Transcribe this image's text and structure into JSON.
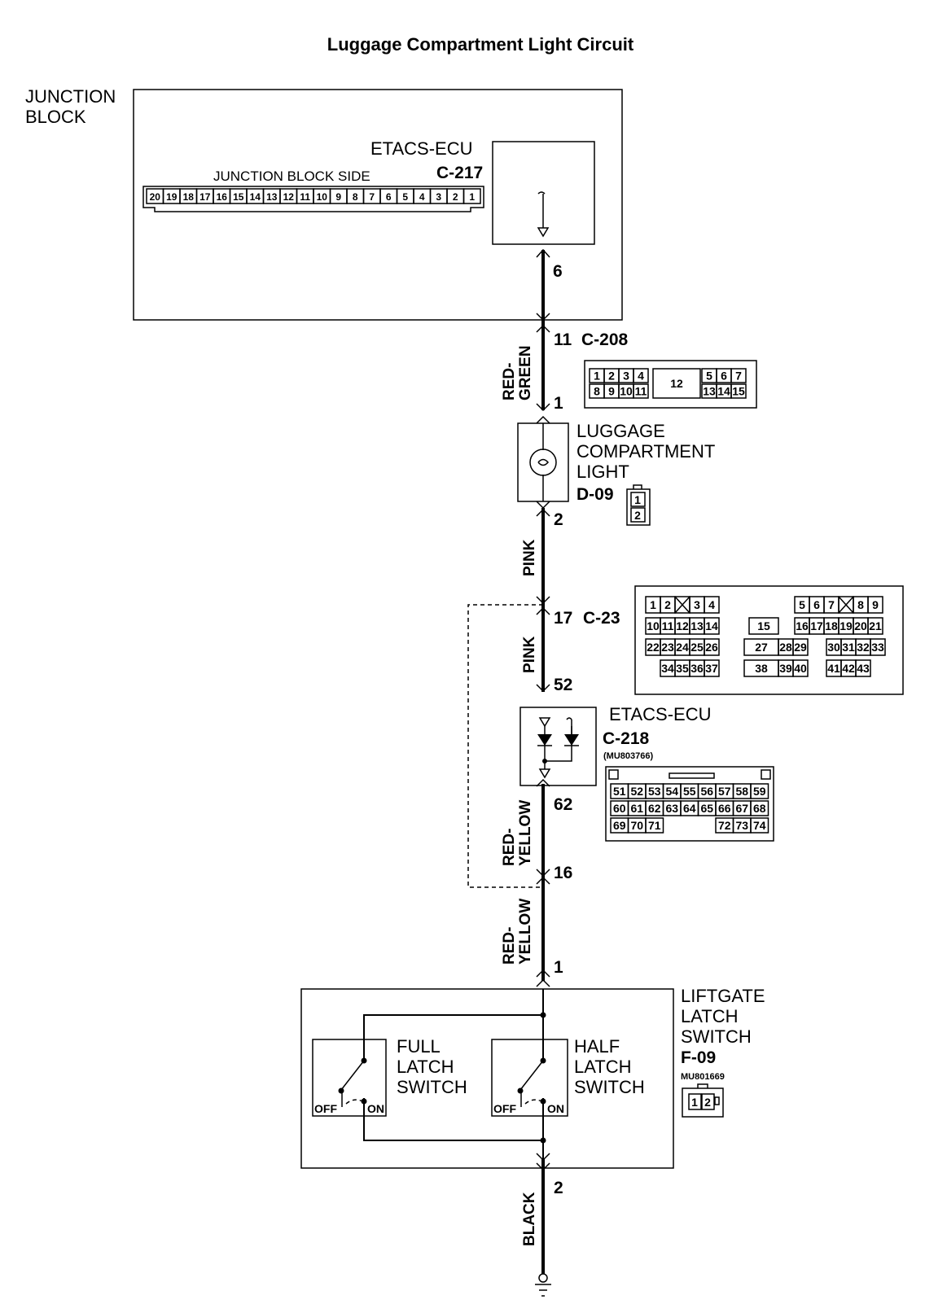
{
  "title": "Luggage Compartment Light Circuit",
  "junction_block": {
    "label_line1": "JUNCTION",
    "label_line2": "BLOCK",
    "side_label": "JUNCTION BLOCK SIDE",
    "ecu_label": "ETACS-ECU",
    "connector": "C-217",
    "pins": [
      "20",
      "19",
      "18",
      "17",
      "16",
      "15",
      "14",
      "13",
      "12",
      "11",
      "10",
      "9",
      "8",
      "7",
      "6",
      "5",
      "4",
      "3",
      "2",
      "1"
    ],
    "output_pin": "6"
  },
  "c208": {
    "connector": "C-208",
    "pin_top": "11",
    "pin_bottom": "1",
    "row1_left": [
      "1",
      "2",
      "3",
      "4"
    ],
    "row2_left": [
      "8",
      "9",
      "10",
      "11"
    ],
    "middle": "12",
    "row1_right": [
      "5",
      "6",
      "7"
    ],
    "row2_right": [
      "13",
      "14",
      "15"
    ]
  },
  "light": {
    "label_line1": "LUGGAGE",
    "label_line2": "COMPARTMENT",
    "label_line3": "LIGHT",
    "connector": "D-09",
    "pin_out": "2",
    "cells": [
      "1",
      "2"
    ]
  },
  "c23": {
    "connector": "C-23",
    "pin_top": "17",
    "pin_bottom": "52",
    "cells": {
      "r1a": [
        "1",
        "2",
        "",
        "3",
        "4"
      ],
      "r1b": [
        "5",
        "6",
        "7",
        "",
        "8",
        "9"
      ],
      "r2a": [
        "10",
        "11",
        "12",
        "13",
        "14"
      ],
      "r2m": "15",
      "r2b": [
        "16",
        "17",
        "18",
        "19",
        "20",
        "21"
      ],
      "r3a": [
        "22",
        "23",
        "24",
        "25",
        "26"
      ],
      "r3m": [
        "27",
        "28",
        "29"
      ],
      "r3b": [
        "30",
        "31",
        "32",
        "33"
      ],
      "r4a": [
        "34",
        "35",
        "36",
        "37"
      ],
      "r4m": [
        "38",
        "39",
        "40"
      ],
      "r4b": [
        "41",
        "42",
        "43"
      ]
    }
  },
  "ecu_c218": {
    "ecu_label": "ETACS-ECU",
    "connector": "C-218",
    "part": "(MU803766)",
    "pin_out": "62",
    "rows": [
      [
        "51",
        "52",
        "53",
        "54",
        "55",
        "56",
        "57",
        "58",
        "59"
      ],
      [
        "60",
        "61",
        "62",
        "63",
        "64",
        "65",
        "66",
        "67",
        "68"
      ],
      [
        "69",
        "70",
        "71",
        "",
        "",
        "",
        "72",
        "73",
        "74"
      ]
    ]
  },
  "splice": {
    "pin_top": "16",
    "pin_bottom": "1"
  },
  "liftgate": {
    "label_line1": "LIFTGATE",
    "label_line2": "LATCH",
    "label_line3": "SWITCH",
    "connector": "F-09",
    "part": "MU801669",
    "cells": [
      "1",
      "2"
    ],
    "pin_out": "2",
    "full_line1": "FULL",
    "full_line2": "LATCH",
    "full_line3": "SWITCH",
    "half_line1": "HALF",
    "half_line2": "LATCH",
    "half_line3": "SWITCH",
    "off_label": "OFF",
    "on_label": "ON"
  },
  "wires": {
    "red_green_1": "RED-",
    "red_green_2": "GREEN",
    "pink_1": "PINK",
    "pink_2": "PINK",
    "red_yellow_a1": "RED-",
    "red_yellow_a2": "YELLOW",
    "red_yellow_b1": "RED-",
    "red_yellow_b2": "YELLOW",
    "black": "BLACK"
  }
}
